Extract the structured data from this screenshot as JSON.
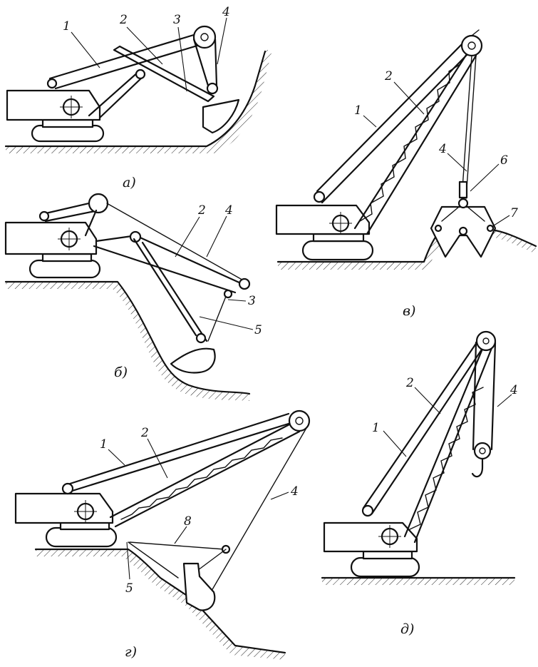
{
  "figures": [
    {
      "id": "a",
      "caption": "а)",
      "labels": [
        "1",
        "2",
        "3",
        "4"
      ]
    },
    {
      "id": "b",
      "caption": "б)",
      "labels": [
        "2",
        "4",
        "3",
        "5"
      ]
    },
    {
      "id": "v",
      "caption": "в)",
      "labels": [
        "1",
        "2",
        "4",
        "6",
        "7"
      ]
    },
    {
      "id": "g",
      "caption": "г)",
      "labels": [
        "1",
        "2",
        "4",
        "8",
        "5"
      ]
    },
    {
      "id": "d",
      "caption": "д)",
      "labels": [
        "1",
        "2",
        "4"
      ]
    }
  ]
}
